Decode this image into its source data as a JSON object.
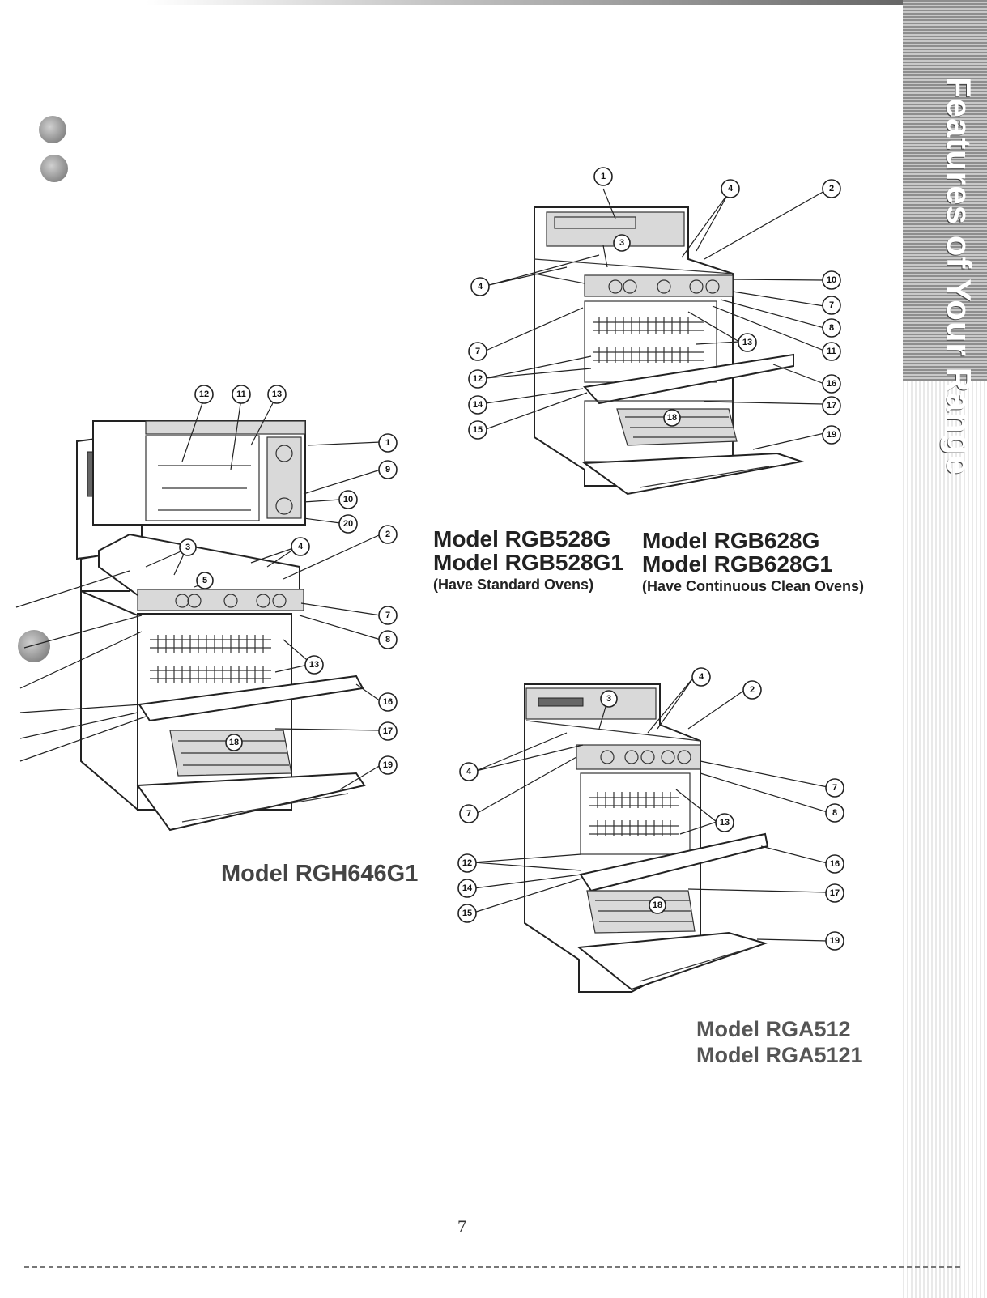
{
  "page": {
    "side_title": "Features of Your Range",
    "page_number": "7"
  },
  "models": {
    "rgh": {
      "name": "Model RGH646G1"
    },
    "rgb_left": {
      "line1": "Model RGB528G",
      "line2": "Model RGB528G1",
      "note": "(Have Standard Ovens)"
    },
    "rgb_right": {
      "line1": "Model RGB628G",
      "line2": "Model RGB628G1",
      "note": "(Have Continuous Clean Ovens)"
    },
    "rga": {
      "line1": "Model RGA512",
      "line2": "Model RGA5121"
    }
  },
  "callouts": {
    "rgb": [
      "1",
      "4",
      "2",
      "3",
      "4",
      "10",
      "7",
      "8",
      "11",
      "13",
      "7",
      "12",
      "16",
      "14",
      "17",
      "15",
      "19",
      "18"
    ],
    "rgh": [
      "12",
      "11",
      "13",
      "1",
      "9",
      "10",
      "20",
      "3",
      "4",
      "2",
      "5",
      "7",
      "8",
      "13",
      "16",
      "17",
      "18",
      "19"
    ],
    "rga": [
      "4",
      "2",
      "3",
      "4",
      "7",
      "8",
      "7",
      "13",
      "12",
      "16",
      "14",
      "17",
      "15",
      "18",
      "19"
    ]
  }
}
